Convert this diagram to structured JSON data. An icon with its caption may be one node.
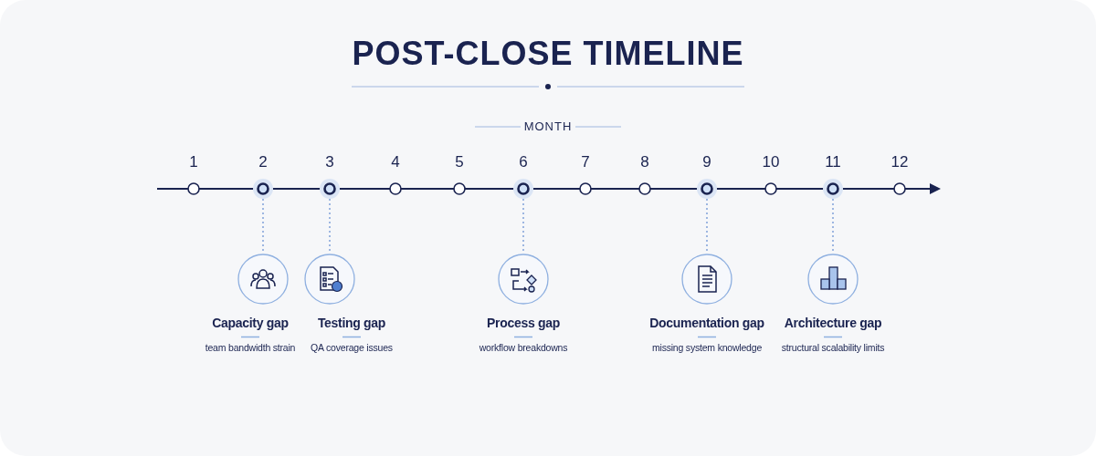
{
  "diagram": {
    "title": "POST-CLOSE TIMELINE",
    "nodes": [
      {
        "text": [
          "1"
        ]
      },
      {
        "text": [
          "2"
        ]
      },
      {
        "text": [
          "3"
        ]
      },
      {
        "text": [
          "4"
        ]
      },
      {
        "text": [
          "5"
        ]
      },
      {
        "text": [
          "6"
        ]
      },
      {
        "text": [
          "7"
        ]
      },
      {
        "text": [
          "8"
        ]
      },
      {
        "text": [
          "9"
        ]
      },
      {
        "text": [
          "10"
        ]
      },
      {
        "text": [
          "11"
        ]
      },
      {
        "text": [
          "12"
        ]
      },
      {
        "text": [
          "Capacity gap",
          "team bandwidth strain"
        ]
      },
      {
        "text": [
          "Testing gap",
          "QA coverage issues"
        ]
      },
      {
        "text": [
          "Process gap",
          "workflow breakdowns"
        ]
      },
      {
        "text": [
          "Documentation gap",
          "missing system knowledge"
        ]
      },
      {
        "text": [
          "Architecture gap",
          "structural scalability limits"
        ]
      }
    ],
    "edges": [
      {
        "from": 1,
        "to": 12,
        "arrow": "none",
        "style": "dashed"
      },
      {
        "from": 2,
        "to": 13,
        "arrow": "none",
        "style": "dashed"
      },
      {
        "from": 5,
        "to": 14,
        "arrow": "none",
        "style": "dashed"
      },
      {
        "from": 8,
        "to": 15,
        "arrow": "none",
        "style": "dashed"
      },
      {
        "from": 10,
        "to": 16,
        "arrow": "none",
        "style": "dashed"
      }
    ],
    "labels": [
      "MONTH"
    ]
  }
}
